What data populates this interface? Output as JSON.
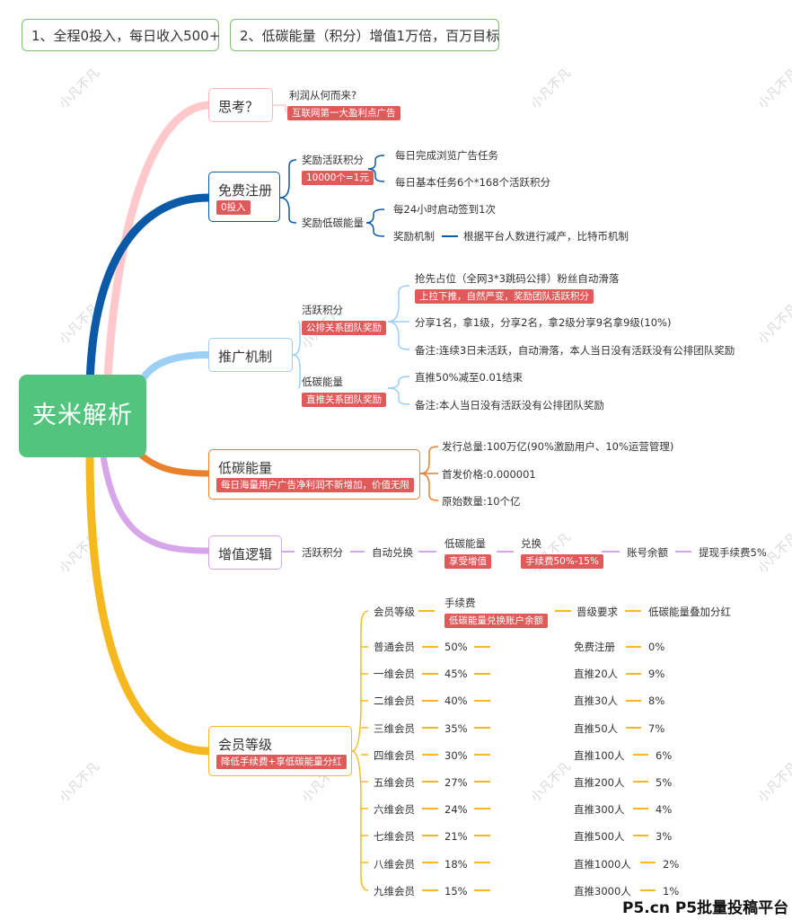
{
  "top_boxes": [
    "1、全程0投入，每日收入500+",
    "2、低碳能量（积分）增值1万倍，百万目标"
  ],
  "root": "夹米解析",
  "watermark": "小凡不凡",
  "footer": "P5.cn P5批量投稿平台",
  "colors": {
    "root": "#52c47e",
    "think": "#ffc9cc",
    "register": "#0a5aa8",
    "promo": "#9ccff5",
    "carbon": "#e8802c",
    "value": "#d7a6ea",
    "member": "#f5b81f",
    "tag": "#e15a5a"
  },
  "think": {
    "title": "思考？",
    "q": "利润从何而来?",
    "tag": "互联网第一大盈利点广告"
  },
  "register": {
    "title": "免费注册",
    "tag": "0投入",
    "b1": {
      "label": "奖励活跃积分",
      "tag": "10000个=1元",
      "items": [
        "每日完成浏览广告任务",
        "每日基本任务6个*168个活跃积分"
      ]
    },
    "b2": {
      "label": "奖励低碳能量",
      "items": [
        "每24小时启动签到1次",
        "奖励机制"
      ],
      "mech": "根据平台人数进行减产，比特币机制"
    }
  },
  "promo": {
    "title": "推广机制",
    "b1": {
      "label": "活跃积分",
      "tag": "公排关系团队奖励",
      "i1": "抢先占位（全网3*3跳码公排）粉丝自动滑落",
      "i1tag": "上拉下推，自然严变，奖励团队活跃积分",
      "i2": "分享1名，拿1级，分享2名，拿2级分享9名拿9级(10%)",
      "i3": "备注:连续3日未活跃，自动滑落，本人当日没有活跃没有公排团队奖励"
    },
    "b2": {
      "label": "低碳能量",
      "tag": "直推关系团队奖励",
      "i1": "直推50%减至0.01结束",
      "i2": "备注:本人当日没有活跃没有公排团队奖励"
    }
  },
  "carbon": {
    "title": "低碳能量",
    "tag": "每日海量用户广告净利润不新增加，价值无限",
    "items": [
      "发行总量:100万亿(90%激励用户、10%运营管理)",
      "首发价格:0.000001",
      "原始数量:10个亿"
    ]
  },
  "value": {
    "title": "增值逻辑",
    "chain": [
      "活跃积分",
      "自动兑换",
      "低碳能量",
      "兑换",
      "账号余额",
      "提现手续费5%"
    ],
    "tag1": "享受增值",
    "tag2": "手续费50%-15%"
  },
  "member": {
    "title": "会员等级",
    "tag": "降低手续费+享低碳能量分红",
    "header": {
      "level": "会员等级",
      "fee": "手续费",
      "feetag": "低碳能量兑换账户余额",
      "req": "晋级要求",
      "bonus": "低碳能量叠加分红"
    },
    "rows": [
      {
        "level": "普通会员",
        "fee": "50%",
        "req": "免费注册",
        "bonus": "0%"
      },
      {
        "level": "一维会员",
        "fee": "45%",
        "req": "直推20人",
        "bonus": "9%"
      },
      {
        "level": "二维会员",
        "fee": "40%",
        "req": "直推30人",
        "bonus": "8%"
      },
      {
        "level": "三维会员",
        "fee": "35%",
        "req": "直推50人",
        "bonus": "7%"
      },
      {
        "level": "四维会员",
        "fee": "30%",
        "req": "直推100人",
        "bonus": "6%"
      },
      {
        "level": "五维会员",
        "fee": "27%",
        "req": "直推200人",
        "bonus": "5%"
      },
      {
        "level": "六维会员",
        "fee": "24%",
        "req": "直推300人",
        "bonus": "4%"
      },
      {
        "level": "七维会员",
        "fee": "21%",
        "req": "直推500人",
        "bonus": "3%"
      },
      {
        "level": "八维会员",
        "fee": "18%",
        "req": "直推1000人",
        "bonus": "2%"
      },
      {
        "level": "九维会员",
        "fee": "15%",
        "req": "直推3000人",
        "bonus": "1%"
      }
    ]
  }
}
